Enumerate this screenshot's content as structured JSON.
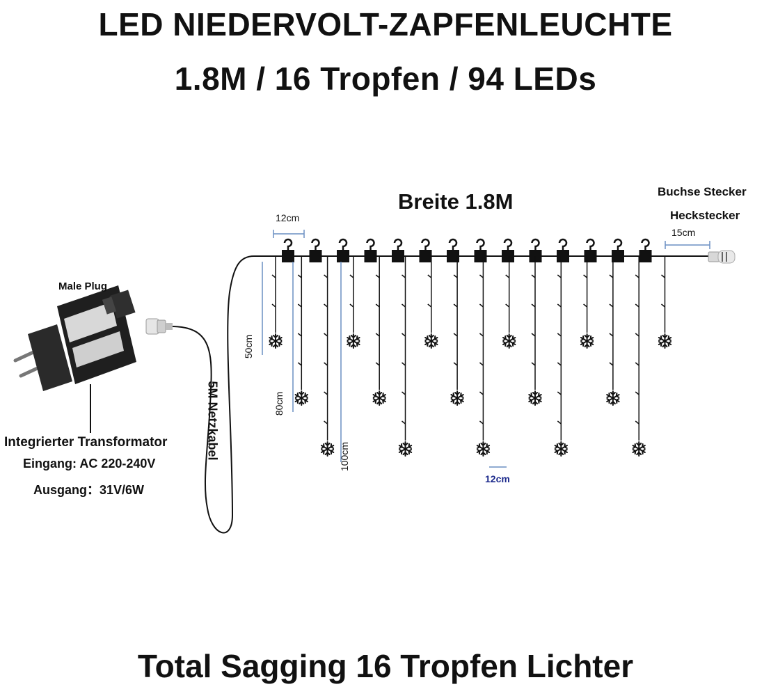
{
  "title_line1": "LED NIEDERVOLT-ZAPFENLEUCHTE",
  "title_line2": "1.8M / 16 Tropfen / 94 LEDs",
  "footer": "Total Sagging 16 Tropfen Lichter",
  "labels": {
    "width": "Breite 1.8M",
    "socket_plug": "Buchse Stecker",
    "rear_plug": "Heckstecker",
    "spacing_top": "12cm",
    "tail_length": "15cm",
    "drop_50": "50cm",
    "drop_80": "80cm",
    "drop_100": "100cm",
    "spacing_bottom": "12cm",
    "male_plug": "Male Plug",
    "cable": "5M Netzkabel",
    "transformer": "Integrierter Transformator",
    "input": "Eingang: AC 220-240V",
    "output": "Ausgang：31V/6W"
  },
  "drops": {
    "count": 16,
    "pattern_lengths_cm": [
      50,
      80,
      100
    ],
    "hooks": 14
  },
  "colors": {
    "text": "#111111",
    "dimension_line": "#6a8fc2",
    "spacing_bottom_label": "#1c2a8c"
  }
}
